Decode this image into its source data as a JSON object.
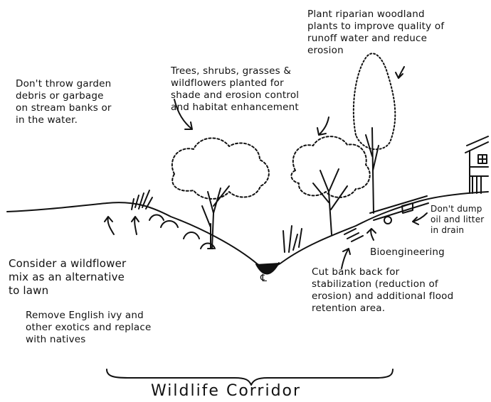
{
  "annotations": {
    "riparian": "Plant riparian woodland\nplants to improve quality of\nrunoff water and reduce\nerosion",
    "debris": "Don't throw garden\ndebris or garbage\non stream banks or\nin the water.",
    "trees": "Trees, shrubs, grasses &\nwildflowers planted for\nshade and erosion control\nand habitat enhancement",
    "dump": "Don't dump\noil and litter\nin drain",
    "bioengineering": "Bioengineering",
    "wildflower": "Consider a wildflower\nmix as an alternative\nto lawn",
    "ivy": "Remove English ivy and\nother exotics and replace\nwith natives",
    "cutbank": "Cut bank back for\nstabilization (reduction of\nerosion) and additional flood\nretention area.",
    "centerline": "℄"
  },
  "title": "Wildlife Corridor"
}
